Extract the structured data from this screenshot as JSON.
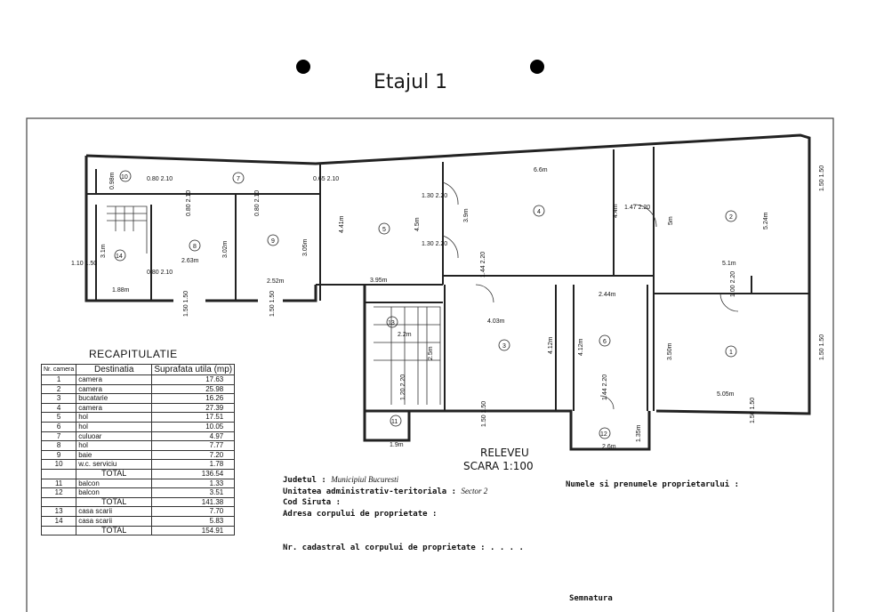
{
  "title": "Etajul 1",
  "recap": {
    "heading": "RECAPITULATIE",
    "col_nr": "Nr. camera",
    "col_dest": "Destinatia",
    "col_area": "Suprafata utila (mp)",
    "rows": [
      {
        "n": "1",
        "d": "camera",
        "v": "17.63"
      },
      {
        "n": "2",
        "d": "camera",
        "v": "25.98"
      },
      {
        "n": "3",
        "d": "bucatarie",
        "v": "16.26"
      },
      {
        "n": "4",
        "d": "camera",
        "v": "27.39"
      },
      {
        "n": "5",
        "d": "hol",
        "v": "17.51"
      },
      {
        "n": "6",
        "d": "hol",
        "v": "10.05"
      },
      {
        "n": "7",
        "d": "culuoar",
        "v": "4.97"
      },
      {
        "n": "8",
        "d": "hol",
        "v": "7.77"
      },
      {
        "n": "9",
        "d": "baie",
        "v": "7.20"
      },
      {
        "n": "10",
        "d": "w.c. serviciu",
        "v": "1.78"
      },
      {
        "n": "",
        "d": "TOTAL",
        "v": "136.54",
        "tot": true
      },
      {
        "n": "11",
        "d": "balcon",
        "v": "1.33"
      },
      {
        "n": "12",
        "d": "balcon",
        "v": "3.51"
      },
      {
        "n": "",
        "d": "TOTAL",
        "v": "141.38",
        "tot": true
      },
      {
        "n": "13",
        "d": "casa scarii",
        "v": "7.70"
      },
      {
        "n": "14",
        "d": "casa scarii",
        "v": "5.83"
      },
      {
        "n": "",
        "d": "TOTAL",
        "v": "154.91",
        "tot": true
      }
    ]
  },
  "releveu": "RELEVEU",
  "scara": "SCARA 1:100",
  "judetul_label": "Judetul :",
  "judetul_value": "Municipiul Bucuresti",
  "uat_label": "Unitatea administrativ-teritoriala :",
  "uat_value": "Sector 2",
  "cod_siruta": "Cod Siruta :",
  "adresa": "Adresa corpului de proprietate :",
  "nr_cadastral": "Nr. cadastral al corpului de proprietate : . . . .",
  "numele": "Numele si prenumele proprietarului :",
  "semnatura": "Semnatura",
  "rooms": [
    "1",
    "2",
    "3",
    "4",
    "5",
    "6",
    "7",
    "8",
    "9",
    "10",
    "11",
    "12",
    "13",
    "14"
  ],
  "dims": {
    "d66": "6.6m",
    "d395": "3.95m",
    "d403": "4.03m",
    "d244": "2.44m",
    "d51": "5.1m",
    "d505": "5.05m",
    "d263": "2.63m",
    "d252": "2.52m",
    "d188": "1.88m",
    "d19": "1.9m",
    "d26": "2.6m",
    "d22": "2.2m",
    "d441": "4.41m",
    "d45": "4.5m",
    "d39": "3.9m",
    "d44": "4.4m",
    "d5": "5m",
    "d524": "5.24m",
    "d412": "4.12m",
    "d412b": "4.12m",
    "d350": "3.50m",
    "d31": "3.1m",
    "d302": "3.02m",
    "d305": "3.05m",
    "d25": "2.5m",
    "d135": "1.35m",
    "d098": "0.98m",
    "o1": "0.80 2.10",
    "o2": "0.80 2.10",
    "o3": "0.80 2.10",
    "o4": "0.65 2.10",
    "o5": "1.30 2.20",
    "o6": "1.30 2.20",
    "o7": "1.47 2.20",
    "o8": "1.44 2.20",
    "o9": "1.00 2.20",
    "o10": "0.80 2.10",
    "o11": "1.20 2.20",
    "o12": "1.44 2.20",
    "w1": "1.50 1.50",
    "w2": "1.50 1.50",
    "w3": "1.50 1.50",
    "w4": "1.50 1.50",
    "w5": "1.50 1.50",
    "w6": "1.50 1.50",
    "w7": "1.10 1.50"
  }
}
